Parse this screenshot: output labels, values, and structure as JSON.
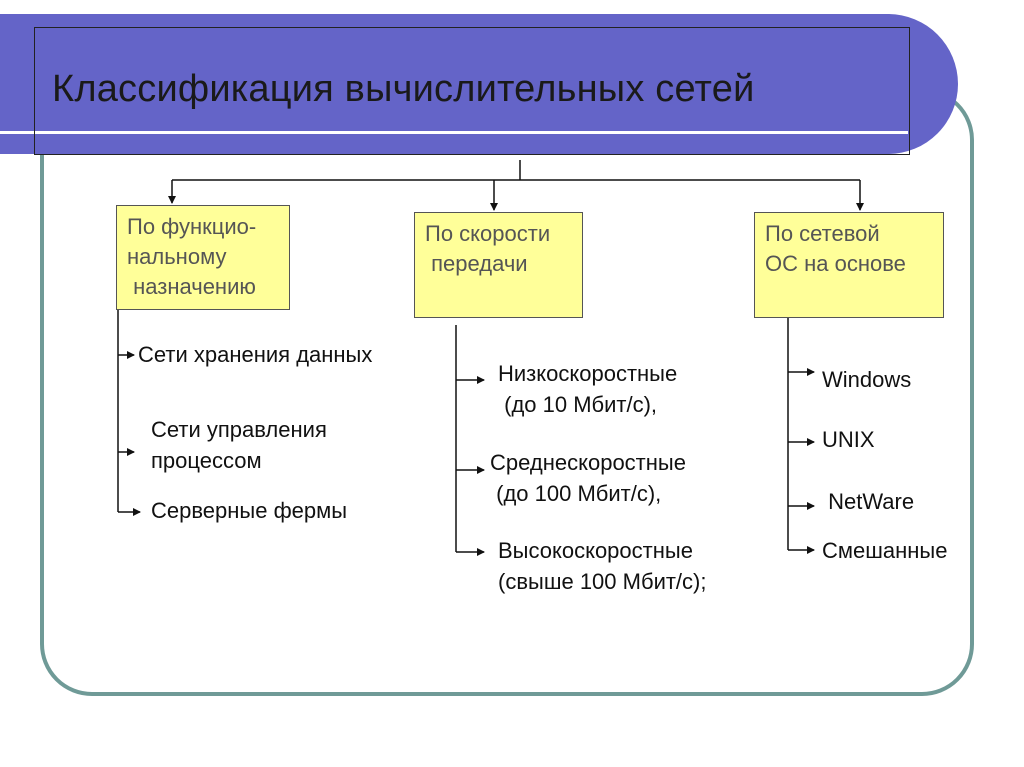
{
  "title": "Классификация вычислительных сетей",
  "colors": {
    "banner": "#6464c8",
    "frame": "#6f9a97",
    "box_fill": "#ffff99"
  },
  "categories": [
    {
      "label": "По функцио-\nнальному\n назначению",
      "items": [
        "Сети хранения данных",
        "Сети управления\nпроцессом",
        "Серверные фермы"
      ]
    },
    {
      "label": "По скорости\n передачи",
      "items": [
        "Низкоскоростные\n (до 10 Мбит/с),",
        "Среднескоростные\n (до 100 Мбит/с),",
        "Высокоскоростные\n(свыше 100 Мбит/с);"
      ]
    },
    {
      "label": "По сетевой\nОС на основе",
      "items": [
        "Windows",
        "UNIX",
        " NetWare",
        "Смешанные"
      ]
    }
  ]
}
